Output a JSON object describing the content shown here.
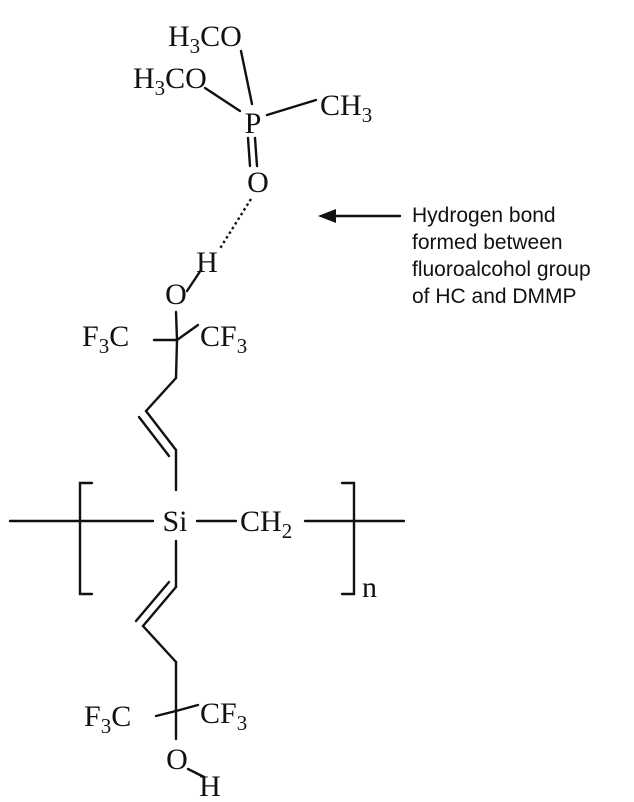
{
  "labels": {
    "methoxy_top": {
      "main": "H",
      "sub": "3",
      "end": "CO"
    },
    "methoxy_left": {
      "main": "H",
      "sub": "3",
      "end": "CO"
    },
    "phosphorus": "P",
    "methyl": {
      "main": "CH",
      "sub": "3"
    },
    "phosphoryl_oxygen": "O",
    "hydroxyl_hydrogen_top": "H",
    "hydroxyl_oxygen_top": "O",
    "cf3_left_top": {
      "main": "F",
      "sub": "3",
      "end": "C"
    },
    "cf3_right_top": {
      "main": "CF",
      "sub": "3"
    },
    "silicon": "Si",
    "methylene": {
      "main": "CH",
      "sub": "2"
    },
    "repeat_index": "n",
    "cf3_left_bottom": {
      "main": "F",
      "sub": "3",
      "end": "C"
    },
    "cf3_right_bottom": {
      "main": "CF",
      "sub": "3"
    },
    "hydroxyl_oxygen_bottom": "O",
    "hydroxyl_hydrogen_bottom": "H"
  },
  "annotation": {
    "lines": [
      "Hydrogen bond",
      "formed between",
      "fluoroalcohol group",
      "of HC and DMMP"
    ]
  },
  "colors": {
    "ink": "#111111",
    "background": "#ffffff"
  }
}
